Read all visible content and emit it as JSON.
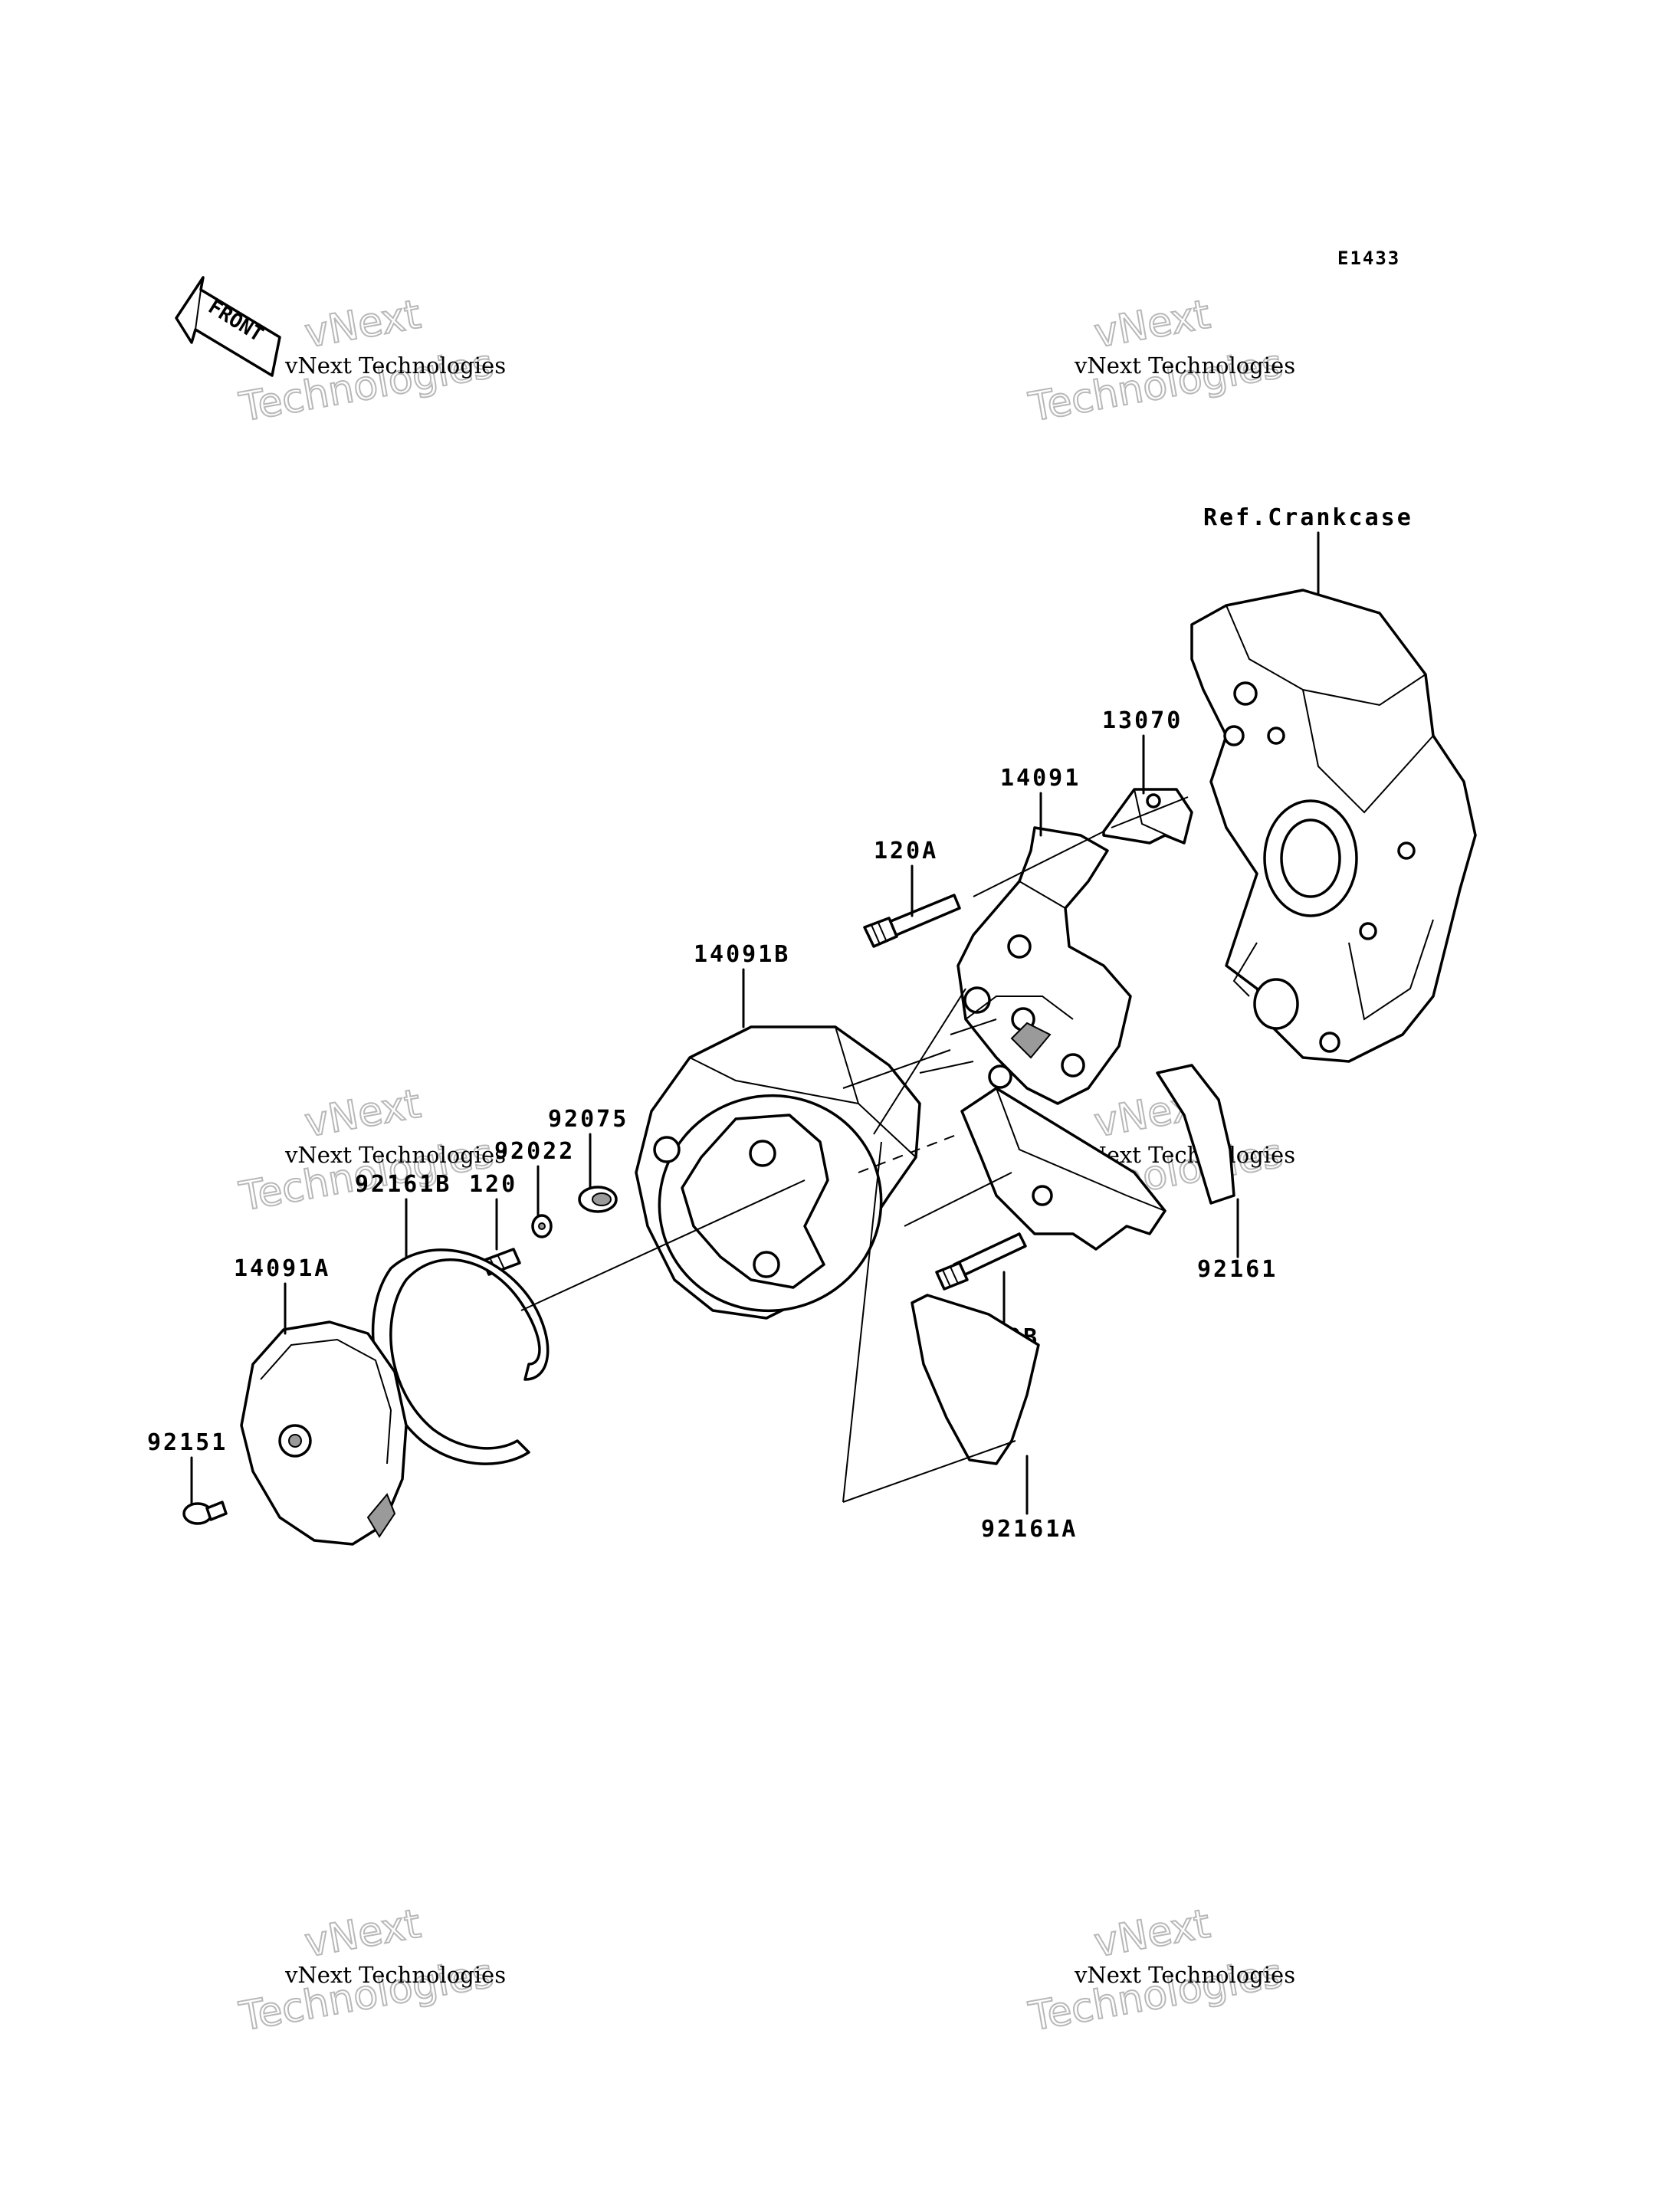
{
  "diagram": {
    "code": "E1433",
    "front_label": "FRONT",
    "reference": "Ref.Crankcase",
    "callouts": [
      {
        "id": "13070",
        "label": "13070"
      },
      {
        "id": "14091",
        "label": "14091"
      },
      {
        "id": "120A",
        "label": "120A"
      },
      {
        "id": "14091B",
        "label": "14091B"
      },
      {
        "id": "92075",
        "label": "92075"
      },
      {
        "id": "92022",
        "label": "92022"
      },
      {
        "id": "92161B",
        "label": "92161B"
      },
      {
        "id": "120",
        "label": "120"
      },
      {
        "id": "14091A",
        "label": "14091A"
      },
      {
        "id": "92151",
        "label": "92151"
      },
      {
        "id": "120B",
        "label": "120B"
      },
      {
        "id": "92161",
        "label": "92161"
      },
      {
        "id": "92161A",
        "label": "92161A"
      }
    ]
  },
  "watermark": {
    "line1": "vNext Technologies",
    "line2": "vNext",
    "line3": "Technologies"
  }
}
